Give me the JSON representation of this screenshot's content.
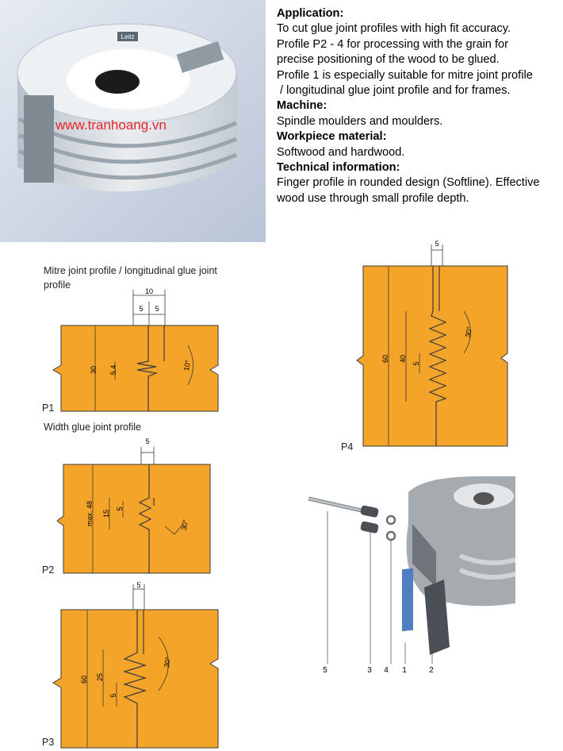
{
  "photo": {
    "watermark": "www.tranhoang.vn",
    "brand": "Leitz"
  },
  "description": [
    {
      "heading": "Application:",
      "lines": [
        "To cut glue joint profiles with high fit accuracy.",
        "Profile P2 - 4 for processing with the grain for",
        "precise positioning of the wood to be glued.",
        "Profile 1 is especially suitable for mitre joint profile",
        " / longitudinal glue joint profile and for frames."
      ]
    },
    {
      "heading": "Machine:",
      "lines": [
        "Spindle moulders and moulders."
      ]
    },
    {
      "heading": "Workpiece material:",
      "lines": [
        "Softwood and hardwood."
      ]
    },
    {
      "heading": "Technical information:",
      "lines": [
        "Finger profile in rounded design (Softline). Effective",
        "wood use through small profile depth."
      ]
    }
  ],
  "captions": {
    "mitre_line1": "Mitre joint profile / longitudinal glue joint",
    "mitre_line2": "profile",
    "width": "Width glue joint profile"
  },
  "profiles": {
    "p1": {
      "label": "P1",
      "dims": {
        "width": "10",
        "half_a": "5",
        "half_b": "5",
        "height": "30",
        "depth": "5.4",
        "angle": "10°"
      }
    },
    "p2": {
      "label": "P2",
      "dims": {
        "pitch": "5",
        "max": "max. 48",
        "height": "15",
        "step": "5",
        "angle": "30°"
      }
    },
    "p3": {
      "label": "P3",
      "dims": {
        "pitch": "5",
        "height": "60",
        "zone": "25",
        "step": "5",
        "angle": "30°"
      }
    },
    "p4": {
      "label": "P4",
      "dims": {
        "pitch": "5",
        "height": "60",
        "zone": "40",
        "step": "5",
        "angle": "30°"
      }
    }
  },
  "parts": {
    "labels": [
      "5",
      "3",
      "4",
      "1",
      "2"
    ]
  },
  "colors": {
    "wood": "#f4a428",
    "line": "#3a3a3a",
    "photo_bg": "#c8d2e0",
    "watermark": "#e8242a"
  }
}
